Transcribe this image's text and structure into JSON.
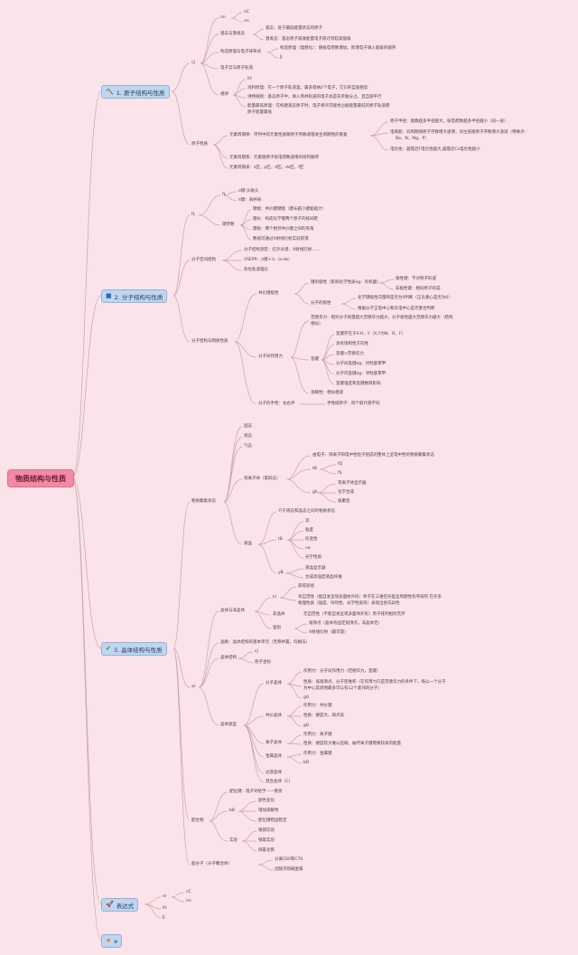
{
  "root": "物质结构与性质",
  "branches": [
    {
      "label": "1. 原子结构与性质",
      "icon": "🔨",
      "icon_name": "hammer-icon"
    },
    {
      "label": "2. 分子结构与性质",
      "icon": "■",
      "icon_name": "flag-icon"
    },
    {
      "label": "3. 晶体结构与性质",
      "icon": "✔",
      "icon_name": "check-icon"
    },
    {
      "label": "表达式",
      "icon": "🚀",
      "icon_name": "rocket-icon"
    },
    {
      "label": "e",
      "icon": "★",
      "icon_name": "star-icon"
    }
  ],
  "colors": {
    "background": "#fbe3ea",
    "root": "#f28aa6",
    "branch": "#bfd6ee",
    "line": "#c9a2b0"
  },
  "b1": {
    "cj": "cJ",
    "nn": "nn",
    "nn_a": "nC",
    "nn_b": "nn",
    "jitai": "基态与激发态",
    "jitai_a": "基态：处于最低能量状态的原子",
    "jitai_b": "激发态：基态原子吸收能量电子跃迁到较高能级",
    "gouzao": "构造原理与电子排布式",
    "gouzao_a": "构造原理（理想化）：随核电荷数增加，新增电子填入能级的顺序",
    "gouzao_b": "Jj",
    "dianzi": "电子云与原子轨道",
    "guize": "规律",
    "guize_a": "lH",
    "guize_b": "泡利原理：在一个原子轨道里，最多容纳2个电子，它们的自旋相反",
    "guize_c": "洪特规则：基态原子中，填入简并轨道的电子总是先单独分占，且自旋平行",
    "guize_d": "能量最低原理：在构建基态原子时，电子将尽可能地占据能量最低的原子轨道使",
    "guize_e": "原子能量最低",
    "xingzhi": "原子性质",
    "zhouqi": "元素周期律：序列中的元素性质随原子序数递增发生周期性的重复",
    "zhouqi_a": "原子半径：能数越多半径越大，核电荷数越多半径越小（同一层）",
    "zhouqi_b": "电离能：同周期随原子序数增大递增，同主族随原子序数增大递减（特殊点：",
    "zhouqi_c": "Be、N、Mg、P）",
    "zhouqi_d": "电负性：越靠近F电负性越大,越靠近Cs电负性越小",
    "zhouqixi": "元素周期系：元素随原子核电荷数递增的排列顺序",
    "zhouqibiao": "元素周期表：s区，p区，d区，ds区，f区"
  },
  "b2": {
    "fl": "fL",
    "fl_a": "fL",
    "fl_a1": "σ键:头碰头",
    "fl_a2": "π键：肩并肩",
    "jiancan": "键参数",
    "jiancan_a": "键能：共价键键能（键长越小键能越大）",
    "jiancan_b": "键长：构成化学键两个原子的核间距",
    "jiancan_c": "键角：两个相邻共价键之间的夹角",
    "jiancan_d": "数值可通过X射线衍射实验获得",
    "kongjian": "分子空间结构",
    "kongjian_a": "分子结构测定：红外光谱，X射线衍射……",
    "kongjian_b": "VSEPR：σ键+½（a-xb）",
    "kongjian_c": "杂化轨道理论",
    "xingzhi": "分子结构与物质性质",
    "gongjia": "共价键极性",
    "jixing": "键的极性（影响化学性质eg：有机酸）",
    "jixing_a": "极性键：不对称子形成",
    "jixing_b": "非极性键：相同原子形成",
    "fenzijixing": "分子的极性",
    "fenzijixing_a": "化学键极性向量和是否为0判断（正负重心是否为0）",
    "fenzijixing_b": "根据分子正电中心和负电中心是否重合判断",
    "fenzijian": "分子间作用力",
    "fanderhua": "范德华力：相对分子质量越大范德华力越大，分子极性越大范德华力越大（结构",
    "fanderhua_b": "相似）",
    "qingjian": "氢键",
    "qingjian_a": "氢键存在于X-H…Y（X,Y为N、O、F）",
    "qingjian_b": "具有饱和性方向性",
    "qingjian_c": "氢键>范德华力",
    "qingjian_d": "分子间氢键eg：对羟基苯甲",
    "qingjian_e": "分子内氢键eg：邻羟基苯甲",
    "qingjian_f": "氢键强度和氢键数目影响",
    "rongjie": "溶解性：相似相溶",
    "shouxing": "分子的手性：左右手",
    "shouxing_a": "手性碳原子：四个取代基不同"
  },
  "b3": {
    "juji": "物质聚集状态",
    "guti": "固态",
    "yeti": "液态",
    "qiti": "气态",
    "dengli": "等离子体（第四态）",
    "dengli_a": "由电子、阳离子和电中性粒子组成的整体上呈电中性的物质聚集状态",
    "dengli_b": "tB",
    "dengli_b1": "fQ",
    "dengli_b2": "fS",
    "dengli_c": "gh",
    "dengli_c1": "等离子体显示器",
    "dengli_c2": "化学合成",
    "dengli_c3": "核聚变",
    "yejing": "液晶",
    "yejing_a": "介于液态和晶态之间的物质状态",
    "yejing_b": "tB",
    "yejing_b1": "流",
    "yejing_b2": "粘度",
    "yejing_b3": "形变性",
    "yejing_b4": "ne",
    "yejing_b5": "光学性质",
    "yejing_c": "yB",
    "yejing_c1": "液晶显示器",
    "yejing_c2": "合成高强度液晶纤维",
    "ai": "ai",
    "jingti_fei": "晶体与非晶体",
    "jf_kl": "kl",
    "jf_kl_a": "获得途径",
    "jf_kl_b": "有自范性（能自发呈现多面体外形）原子在三维空间里呈周期性有序排列 在许多",
    "jf_kl_c": "物理性质（强度、导热性、光学性质等）表现出各向异性",
    "jf_fei": "非晶体",
    "jf_fei_a": "无自范性（不能自发呈现多面体外形）原子排列相对无序",
    "jf_jianbie": "鉴别",
    "jf_jianbie_a": "熔沸点（晶体有固定熔沸点，非晶体无）",
    "jf_jianbie_b": "X射线衍射（最可靠）",
    "jingbao": "晶胞：晶体结构的基本单元（无隙并置，均摊法）",
    "jingtijiegou": "晶体结构",
    "jg_a": "cJ",
    "jg_b": "原子坐标",
    "leixing": "晶体类型",
    "fenzi": "分子晶体",
    "fenzi_a": "作用力：分子间作用力（范德华力，氢键）",
    "fenzi_b": "性质：低熔沸点，分子密堆积（在作用力只是范德华力的条件下，每以一个分子",
    "fenzi_c": "为中心其周围最多可以有12个紧邻的分子）",
    "fenzi_d": "gG",
    "gongjiajt": "共价晶体",
    "gongjiajt_a": "作用力：共价键",
    "gongjiajt_b": "性质：硬度大，熔点高",
    "gongjiajt_c": "gG",
    "lizi": "离子晶体",
    "lizi_a": "作用力：离子键",
    "lizi_b": "性质：硬度较大难以压缩，破坏离子键需要较高的能量",
    "jinshu": "金属晶体",
    "jinshu_a": "作用力：金属键",
    "jinshu_b": "bB",
    "guodu": "过渡晶体",
    "hunhe": "混合晶体（C）",
    "peihewu": "配合物",
    "pw_a": "配位键：电子对给予——接受",
    "pw_b": "bB",
    "pw_b1": "颜色变化",
    "pw_b2": "增加溶解性",
    "pw_b3": "配位键稳固稳定",
    "pw_c": "实验",
    "pw_c1": "银镜实验",
    "pw_c2": "银氨实验",
    "pw_c3": "硫氰化铁",
    "chaofenzi": "超分子（分子聚合体）",
    "cf_a": "分离C60和C70",
    "cf_b": "冠醚识别碱金属"
  },
  "b4": {
    "a": "nr",
    "a1": "cC",
    "a2": "nn",
    "b": "lH",
    "c": "Jj"
  }
}
